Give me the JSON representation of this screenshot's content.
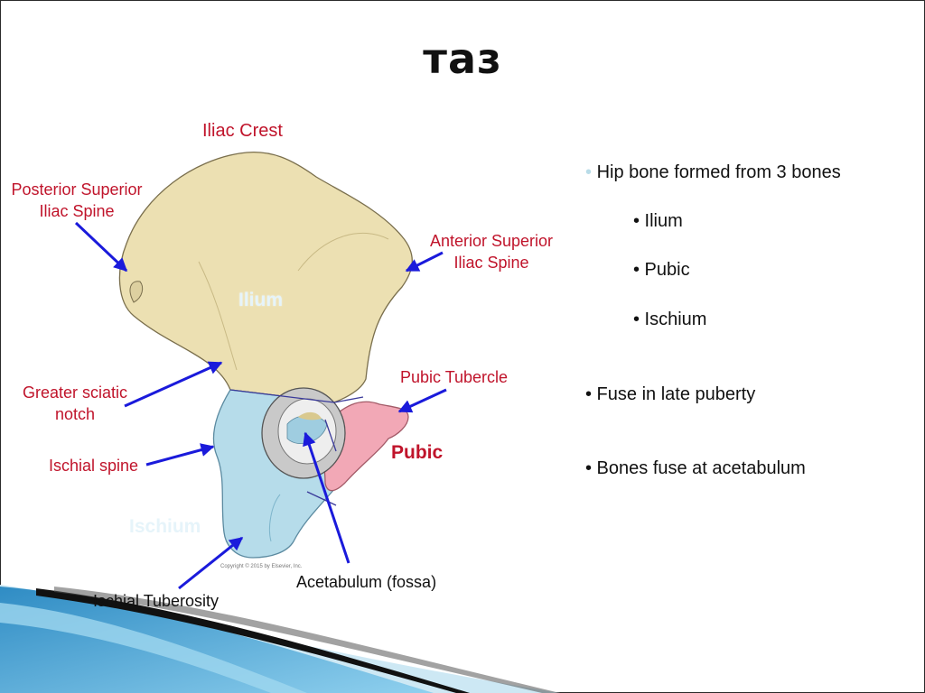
{
  "slide": {
    "title": "таз",
    "labels": {
      "iliac_crest": "Iliac Crest",
      "posterior_superior_line1": "Posterior Superior",
      "posterior_superior_line2": "Iliac Spine",
      "anterior_superior_line1": "Anterior Superior",
      "anterior_superior_line2": "Iliac Spine",
      "greater_sciatic_line1": "Greater sciatic",
      "greater_sciatic_line2": "notch",
      "pubic_tubercle": "Pubic Tubercle",
      "ischial_spine": "Ischial spine",
      "ischial_tuberosity": "Ischial Tuberosity",
      "acetabulum": "Acetabulum (fossa)"
    },
    "regions": {
      "ilium": "Ilium",
      "pubic": "Pubic",
      "ischium": "Ischium"
    },
    "copyright": "Copyright © 2015 by Elsevier, Inc.",
    "bullets": {
      "b1": "Hip bone formed from 3 bones",
      "b1_marker": "•",
      "sub1": "• Ilium",
      "sub2": "• Pubic",
      "sub3": "• Ischium",
      "b2": "• Fuse in late puberty",
      "b3": "• Bones fuse at acetabulum"
    },
    "colors": {
      "ilium": "#ece0b2",
      "ischium": "#b6dcea",
      "pubic": "#f2a8b6",
      "arrow": "#1a1adb",
      "label_red": "#c0142b",
      "footer_blue": "#4aa7d6"
    }
  }
}
